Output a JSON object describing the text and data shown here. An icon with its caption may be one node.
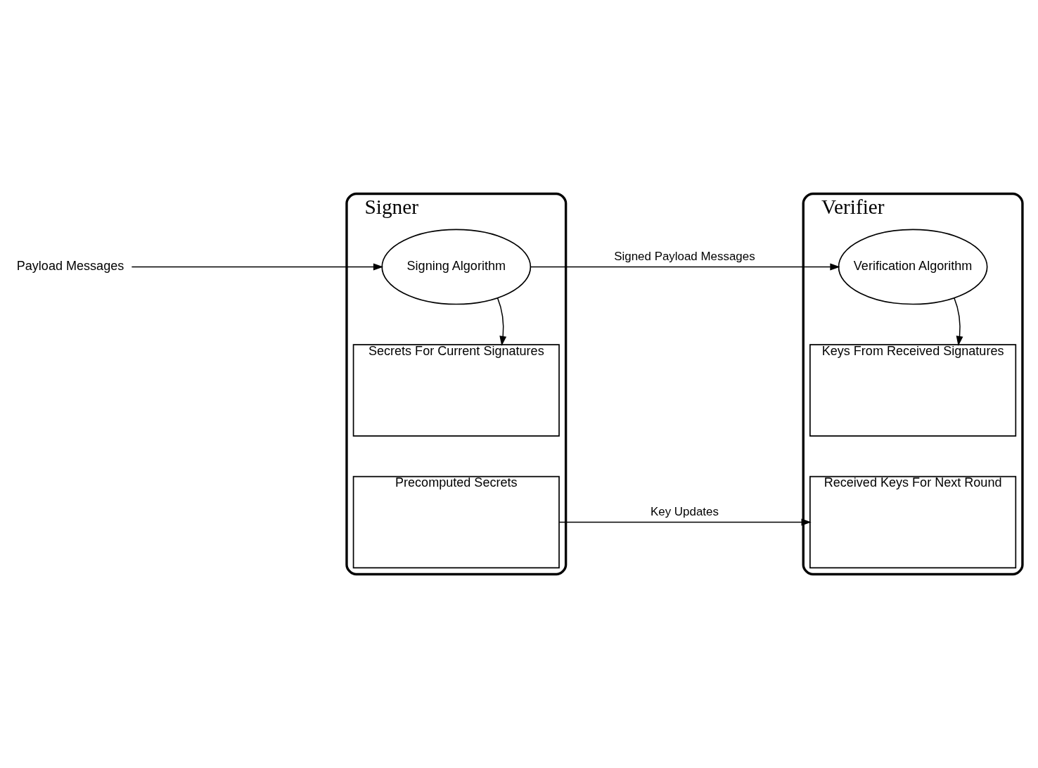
{
  "diagram": {
    "nodes": [
      {
        "text": [
          "Signer"
        ]
      },
      {
        "text": [
          "Signing Algorithm"
        ],
        "in": 0
      },
      {
        "text": [
          "Secrets For Current Signatures"
        ],
        "in": 0
      },
      {
        "text": [
          "Precomputed Secrets"
        ],
        "in": 0
      },
      {
        "text": [
          "Verifier"
        ]
      },
      {
        "text": [
          "Verification Algorithm"
        ],
        "in": 4
      },
      {
        "text": [
          "Keys From Received Signatures"
        ],
        "in": 4
      },
      {
        "text": [
          "Received Keys For Next Round"
        ],
        "in": 4
      },
      {
        "text": [
          "Payload Messages"
        ]
      }
    ],
    "edges": [
      {
        "from": 8,
        "to": 1,
        "arrow": "to"
      },
      {
        "from": 1,
        "to": 5,
        "arrow": "to",
        "label": "Signed Payload Messages"
      },
      {
        "from": 1,
        "to": 2,
        "arrow": "to"
      },
      {
        "from": 5,
        "to": 6,
        "arrow": "to"
      },
      {
        "from": 3,
        "to": 7,
        "arrow": "to",
        "label": "Key Updates"
      }
    ]
  }
}
